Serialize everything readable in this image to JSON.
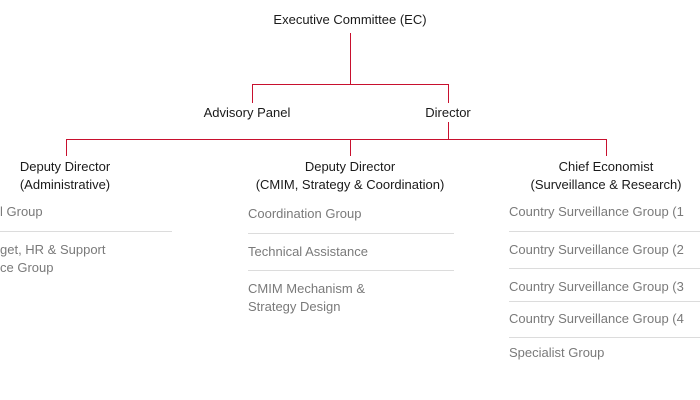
{
  "colors": {
    "connector": "#c8102e",
    "separator": "#dcdcdc",
    "item_text": "#7a7a7a",
    "node_text": "#1a1a1a"
  },
  "top": {
    "ec": "Executive Committee (EC)"
  },
  "middle": {
    "advisory": "Advisory Panel",
    "director": "Director"
  },
  "branches": {
    "admin": {
      "title_1": "Deputy Director",
      "title_2": "(Administrative)",
      "items": [
        "l Group",
        "get, HR & Support",
        "ce Group"
      ]
    },
    "cmim": {
      "title_1": "Deputy Director",
      "title_2": "(CMIM, Strategy & Coordination)",
      "items": [
        "Coordination Group",
        "Technical Assistance",
        "CMIM Mechanism &",
        "Strategy Design"
      ]
    },
    "economist": {
      "title_1": "Chief Economist",
      "title_2": "(Surveillance & Research)",
      "items": [
        "Country Surveillance Group (1",
        "Country Surveillance Group (2",
        "Country Surveillance Group (3",
        "Country Surveillance Group (4",
        "Specialist Group"
      ]
    }
  }
}
